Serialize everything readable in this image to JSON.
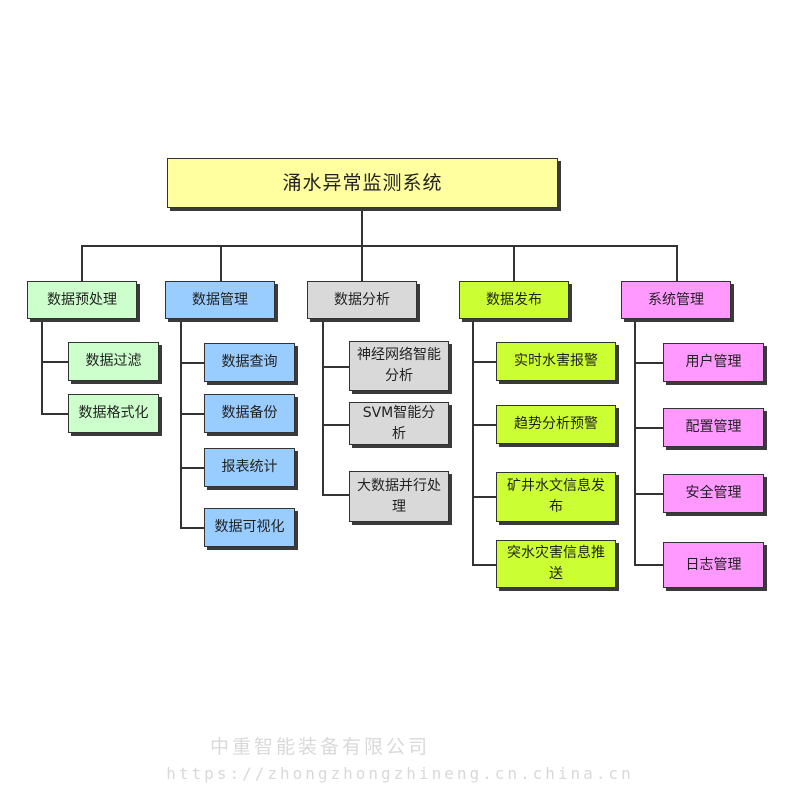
{
  "root": {
    "label": "涌水异常监测系统",
    "color": "#ffff9f"
  },
  "modules": [
    {
      "label": "数据预处理",
      "color": "#ccffcc",
      "children": [
        "数据过滤",
        "数据格式化"
      ]
    },
    {
      "label": "数据管理",
      "color": "#99ccff",
      "children": [
        "数据查询",
        "数据备份",
        "报表统计",
        "数据可视化"
      ]
    },
    {
      "label": "数据分析",
      "color": "#d9d9d9",
      "children": [
        "神经网络智能分析",
        "SVM智能分析",
        "大数据并行处理"
      ]
    },
    {
      "label": "数据发布",
      "color": "#ccff33",
      "children": [
        "实时水害报警",
        "趋势分析预警",
        "矿井水文信息发布",
        "突水灾害信息推送"
      ]
    },
    {
      "label": "系统管理",
      "color": "#ff99ff",
      "children": [
        "用户管理",
        "配置管理",
        "安全管理",
        "日志管理"
      ]
    }
  ],
  "watermark": {
    "company": "中重智能装备有限公司",
    "url": "https://zhongzhongzhineng.cn.china.cn"
  }
}
